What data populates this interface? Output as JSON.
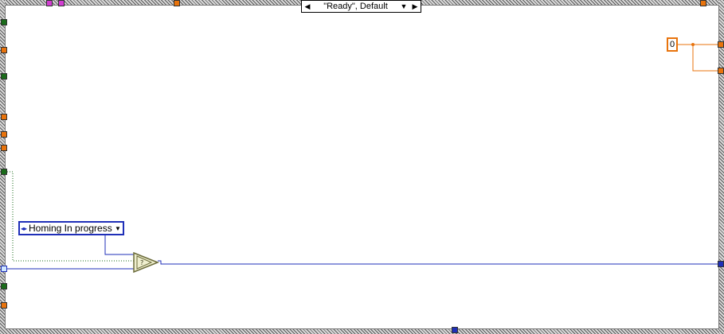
{
  "case_selector": {
    "value": "\"Ready\", Default",
    "decrement_icon": "triangle-left-icon",
    "increment_icon": "triangle-right-icon",
    "dropdown_icon": "triangle-down-icon"
  },
  "ring_constant": {
    "value": "Homing In progress",
    "incdec_icon": "increment-decrement-icon",
    "dropdown_icon": "triangle-down-icon"
  },
  "numeric_constant": {
    "value": "0"
  },
  "colors": {
    "enum_wire": "#1f2fb8",
    "integer_wire": "#e8730c",
    "boolean_wire": "#1a6b1a",
    "string_tunnel": "#d23ed2"
  }
}
